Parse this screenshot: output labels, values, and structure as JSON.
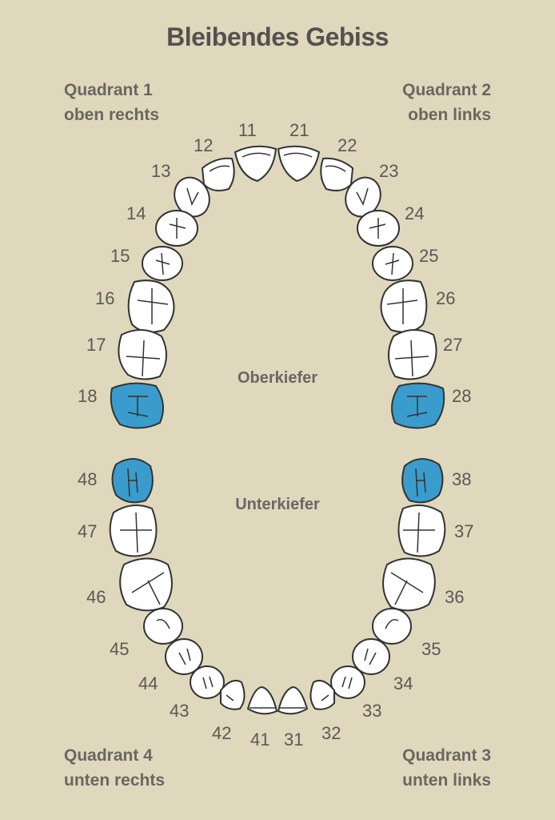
{
  "title": "Bleibendes Gebiss",
  "quadrants": {
    "q1": {
      "line1": "Quadrant 1",
      "line2": "oben rechts"
    },
    "q2": {
      "line1": "Quadrant 2",
      "line2": "oben links"
    },
    "q3": {
      "line1": "Quadrant 3",
      "line2": "unten links"
    },
    "q4": {
      "line1": "Quadrant 4",
      "line2": "unten rechts"
    }
  },
  "jaws": {
    "upper": "Oberkiefer",
    "lower": "Unterkiefer"
  },
  "colors": {
    "background": "#dfd8bd",
    "tooth": "#ffffff",
    "highlight": "#3a9ccc",
    "outline": "#333333",
    "text": "#5c5853"
  },
  "highlighted_teeth": [
    "18",
    "28",
    "38",
    "48"
  ],
  "teeth": {
    "t11": "11",
    "t12": "12",
    "t13": "13",
    "t14": "14",
    "t15": "15",
    "t16": "16",
    "t17": "17",
    "t18": "18",
    "t21": "21",
    "t22": "22",
    "t23": "23",
    "t24": "24",
    "t25": "25",
    "t26": "26",
    "t27": "27",
    "t28": "28",
    "t31": "31",
    "t32": "32",
    "t33": "33",
    "t34": "34",
    "t35": "35",
    "t36": "36",
    "t37": "37",
    "t38": "38",
    "t41": "41",
    "t42": "42",
    "t43": "43",
    "t44": "44",
    "t45": "45",
    "t46": "46",
    "t47": "47",
    "t48": "48"
  }
}
